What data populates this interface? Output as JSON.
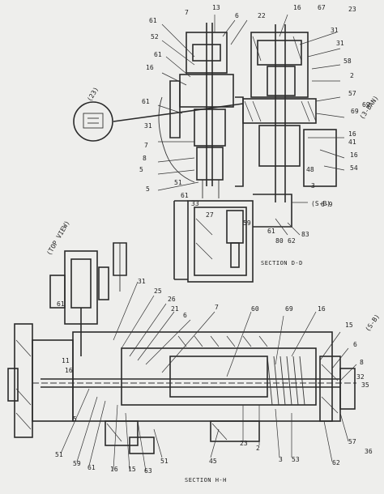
{
  "diagram": {
    "section_dd_title": "SECTION D-D",
    "section_hh_title": "SECTION H-H",
    "detail_label": "(23)",
    "top_view_label": "(TOP VIEW)",
    "rotated_label_top_right": "(3-BAN)",
    "rotated_label_bottom_right": "(S-B)",
    "section_label_mid": "(S-B)",
    "callouts_top": [
      "13",
      "6",
      "22",
      "16",
      "67",
      "23",
      "7",
      "61",
      "52",
      "61",
      "16",
      "31",
      "31",
      "58",
      "2",
      "57",
      "69",
      "16",
      "16",
      "54",
      "61",
      "31",
      "7",
      "8",
      "5",
      "5",
      "51",
      "61",
      "33",
      "27",
      "59",
      "61",
      "80",
      "62",
      "83",
      "3",
      "6-9",
      "41",
      "69",
      "48"
    ],
    "callouts_bottom": [
      "31",
      "25",
      "26",
      "21",
      "6",
      "7",
      "60",
      "69",
      "16",
      "15",
      "6",
      "8",
      "51",
      "59",
      "61",
      "16",
      "15",
      "63",
      "51",
      "45",
      "23",
      "2",
      "3",
      "53",
      "62",
      "57",
      "36",
      "32",
      "35",
      "61",
      "11",
      "16",
      "5"
    ]
  }
}
